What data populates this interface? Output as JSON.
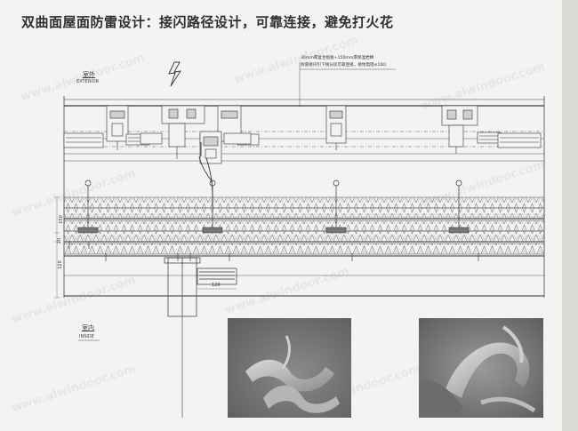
{
  "title": "双曲面屋面防雷设计：接闪路径设计，可靠连接，避免打火花",
  "labels": {
    "outdoor_cn": "室外",
    "outdoor_en": "EXTERIOR",
    "indoor_cn": "室内",
    "indoor_en": "INSIDE"
  },
  "annotation": {
    "line1": "30mm厚复合铝板+150mm厚保温岩棉",
    "line2": "防雷接闪引下线分段可靠连接，接地电阻≤10Ω"
  },
  "dimensions": {
    "d1": "150",
    "d2": "20",
    "d3": "120",
    "d4": "120"
  },
  "watermark": "www.alwindoor.com",
  "colors": {
    "line": "#3a3a3a",
    "insulation": "#777777",
    "background": "#f3f3f1",
    "title": "#2f2f2f"
  }
}
